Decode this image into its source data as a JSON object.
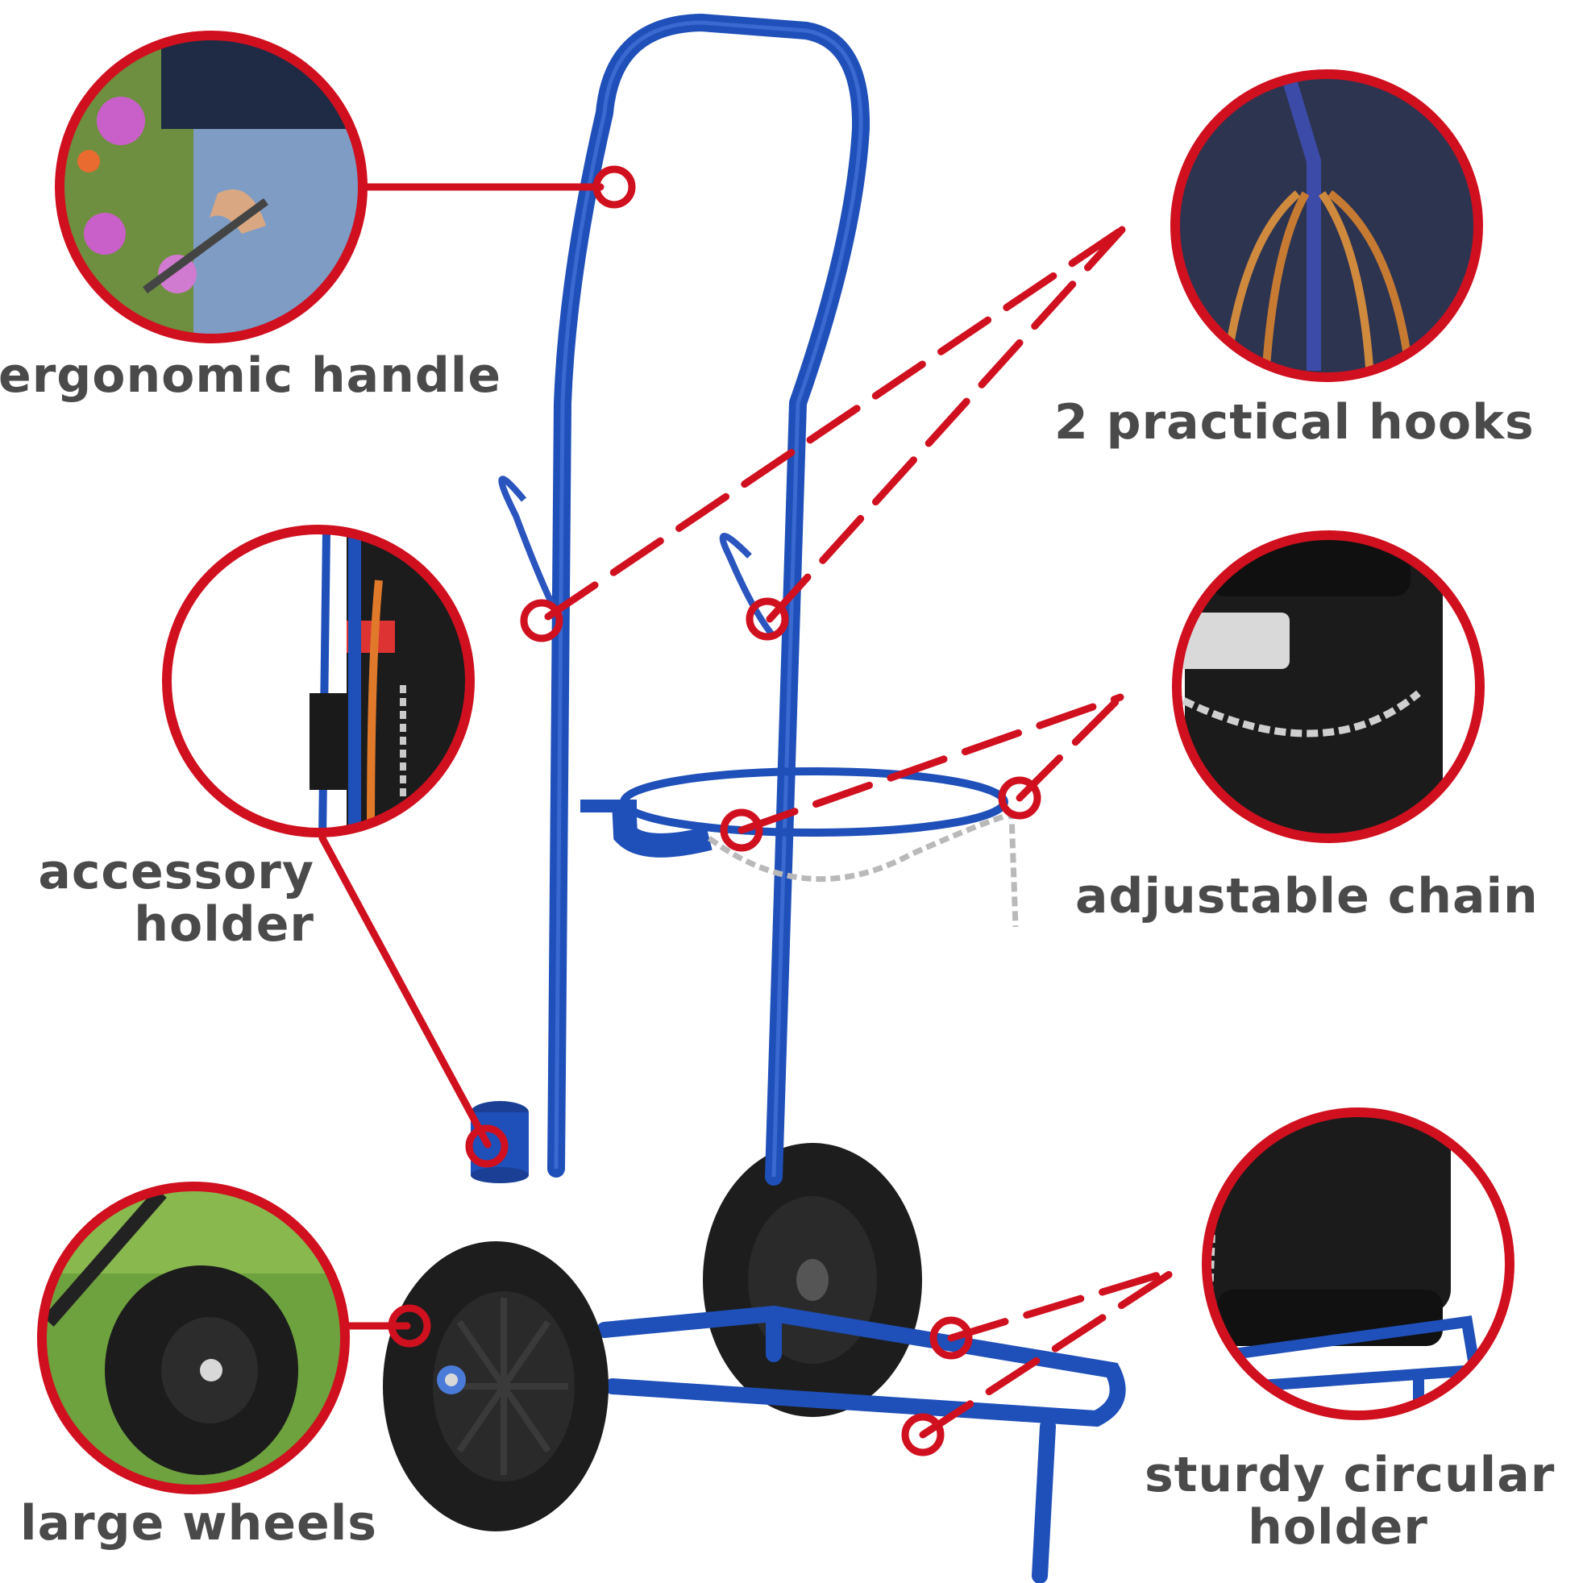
{
  "features": {
    "ergonomic_handle": "ergonomic handle",
    "practical_hooks": "2 practical hooks",
    "accessory_holder": [
      "accessory",
      "holder"
    ],
    "adjustable_chain": "adjustable chain",
    "large_wheels": "large wheels",
    "circular_holder": [
      "sturdy circular",
      "holder"
    ]
  },
  "colors": {
    "callout_red": "#d0101f",
    "trolley_blue": "#1f4fb8",
    "label_gray": "#4a4a4a",
    "tyre_black": "#1d1d1d"
  }
}
